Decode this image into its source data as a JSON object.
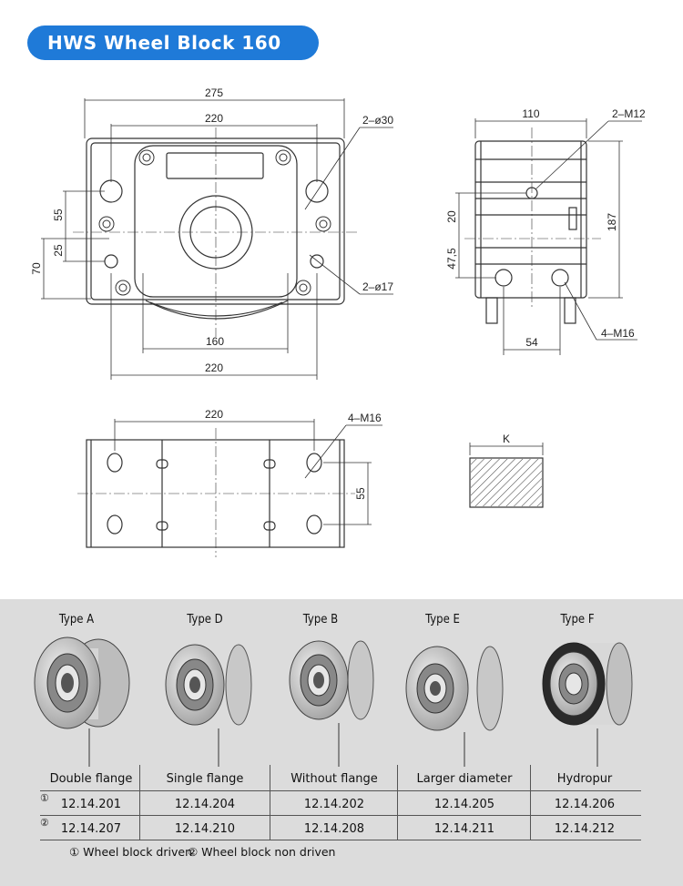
{
  "title": "HWS Wheel Block 160",
  "front_view": {
    "dims": {
      "overall_width": "275",
      "top_width": "220",
      "bottom_width_inner": "160",
      "bottom_width": "220",
      "height_70": "70",
      "height_55": "55",
      "height_25": "25",
      "holes_30": "2–ø30",
      "holes_17": "2–ø17"
    }
  },
  "side_view": {
    "dims": {
      "width_110": "110",
      "thread_m12": "2–M12",
      "height_187": "187",
      "height_20": "20",
      "height_47_5": "47,5",
      "width_54": "54",
      "thread_m16": "4–M16"
    }
  },
  "top_view": {
    "dims": {
      "width_220": "220",
      "thread_m16": "4–M16",
      "height_55": "55"
    }
  },
  "section_label": "K",
  "wheel_types": [
    {
      "type": "Type A",
      "name": "Double flange",
      "driven": "12.14.201",
      "non_driven": "12.14.207"
    },
    {
      "type": "Type D",
      "name": "Single flange",
      "driven": "12.14.204",
      "non_driven": "12.14.210"
    },
    {
      "type": "Type B",
      "name": "Without flange",
      "driven": "12.14.202",
      "non_driven": "12.14.208"
    },
    {
      "type": "Type E",
      "name": "Larger diameter",
      "driven": "12.14.205",
      "non_driven": "12.14.211"
    },
    {
      "type": "Type F",
      "name": "Hydropur",
      "driven": "12.14.206",
      "non_driven": "12.14.212"
    }
  ],
  "row_markers": [
    "①",
    "②"
  ],
  "legend": {
    "driven": "① Wheel block driven",
    "non_driven": "② Wheel block non driven"
  }
}
